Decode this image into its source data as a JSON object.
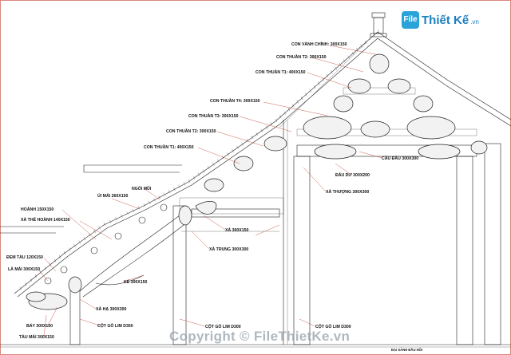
{
  "watermark": {
    "logo_box": "File",
    "logo_text": "Thiết Kế",
    "logo_domain": ".vn",
    "copyright": "Copyright © FileThietKe.vn"
  },
  "labels": {
    "con_vanh_chinh": "CON VÀNH CHÍNH: 300X150",
    "con_thuan_t2_top": "CON THUẦN T2: 300X150",
    "con_thuan_t1_top": "CON THUẦN T1: 400X150",
    "con_thuan_t4": "CON THUẦN T4: 300X150",
    "con_thuan_t3": "CON THUẦN T3: 300X150",
    "con_thuan_t2": "CON THUẦN T2: 300X150",
    "con_thuan_t1": "CON THUẦN T1: 400X150",
    "hoanh": "HOÀNH 150X150",
    "xa_the_hoanh": "XÀ THẾ HOÀNH 140X150",
    "ngoi_moi": "NGÓI MŨI",
    "ui_mai": "ÚI MÁI 260X150",
    "dem_tau": "ĐEM TÀU 120X150",
    "la_mai": "LÁ MÁI 300X150",
    "cau_dau": "CẦU ĐẦU 300X300",
    "dau_du": "ĐẦU DƯ 300X200",
    "xa_thuong": "XÀ THƯỢNG 300X300",
    "xa": "XÀ 300X150",
    "xa_trung": "XÀ TRUNG 300X300",
    "ke": "KẺ 300X150",
    "xa_ha": "XÀ HẠ 300X300",
    "bay": "BẨY 300X150",
    "tau_mai": "TÀU MÁI 300X150",
    "cot_go_1": "CỘT GỖ LIM D350",
    "cot_go_2": "CỘT GỖ LIM D300",
    "cot_go_3": "CỘT GỖ LIM D300",
    "title_block": "ĐẠI SẢNH ĐẦU HỒI"
  },
  "colors": {
    "line": "#222222",
    "leader": "#c0392b",
    "logo_blue": "#1b7fc0"
  }
}
